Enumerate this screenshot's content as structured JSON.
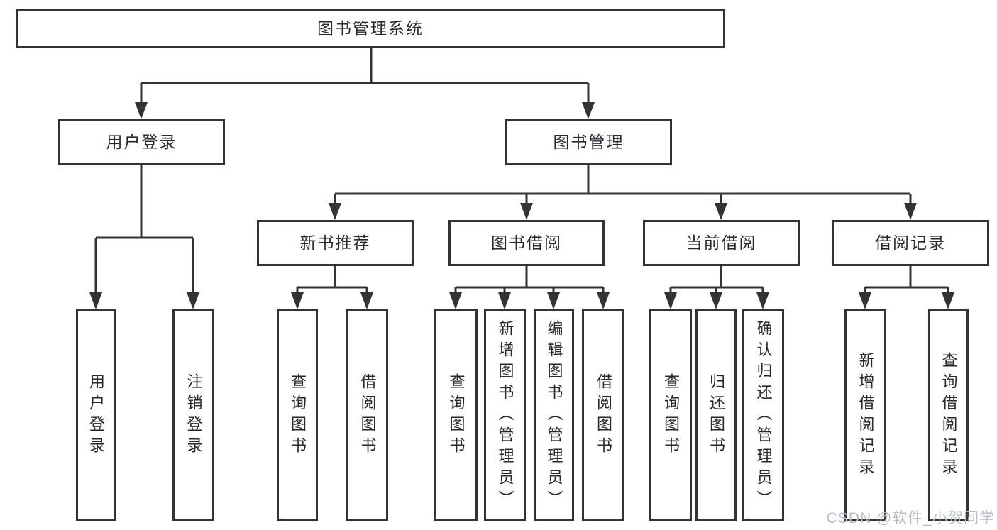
{
  "diagram": {
    "tree": {
      "label": "图书管理系统",
      "children": [
        {
          "label": "用户登录",
          "children": [
            {
              "label": "用户登录"
            },
            {
              "label": "注销登录"
            }
          ]
        },
        {
          "label": "图书管理",
          "children": [
            {
              "label": "新书推荐",
              "children": [
                {
                  "label": "查询图书"
                },
                {
                  "label": "借阅图书"
                }
              ]
            },
            {
              "label": "图书借阅",
              "children": [
                {
                  "label": "查询图书"
                },
                {
                  "label": "新增图书（管理员）"
                },
                {
                  "label": "编辑图书（管理员）"
                },
                {
                  "label": "借阅图书"
                }
              ]
            },
            {
              "label": "当前借阅",
              "children": [
                {
                  "label": "查询图书"
                },
                {
                  "label": "归还图书"
                },
                {
                  "label": "确认归还（管理员）"
                }
              ]
            },
            {
              "label": "借阅记录",
              "children": [
                {
                  "label": "新增借阅记录"
                },
                {
                  "label": "查询借阅记录"
                }
              ]
            }
          ]
        }
      ]
    },
    "watermark": "CSDN @软件_小贺同学",
    "colors": {
      "line": "#333333",
      "box_border": "#333333",
      "box_background": "#ffffff",
      "text": "#26292e",
      "page_background": "#ffffff",
      "watermark_text": "#b9bdc4"
    }
  }
}
